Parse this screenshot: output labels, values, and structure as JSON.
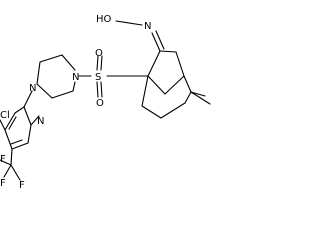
{
  "molecule": {
    "atoms": {
      "oxime_oh": "HO",
      "oxime_n": "N",
      "sulfur": "S",
      "sulfonyl_o_top": "O",
      "sulfonyl_o_bottom": "O",
      "piperazine_n_right": "N",
      "piperazine_n_left": "N",
      "pyridine_n": "N",
      "chloro": "Cl",
      "trifluoromethyl": "F",
      "f1": "F",
      "f2": "F",
      "f3": "F"
    }
  }
}
